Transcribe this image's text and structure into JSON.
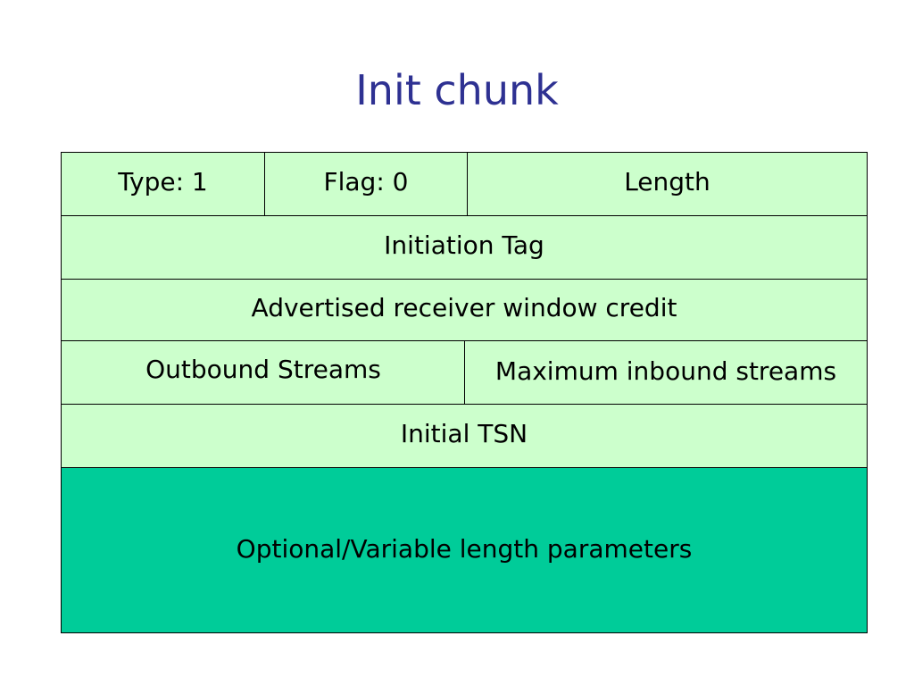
{
  "title": "Init chunk",
  "colors": {
    "title": "#2e3192",
    "header_fields": "#ccffcc",
    "parameters": "#00cc99",
    "border": "#000000"
  },
  "fields": {
    "type": "Type: 1",
    "flag": "Flag: 0",
    "length": "Length",
    "initiation_tag": "Initiation Tag",
    "receiver_window_credit": "Advertised receiver window credit",
    "outbound_streams": "Outbound Streams",
    "max_inbound_streams": "Maximum inbound streams",
    "initial_tsn": "Initial TSN",
    "optional_parameters": "Optional/Variable length parameters"
  }
}
